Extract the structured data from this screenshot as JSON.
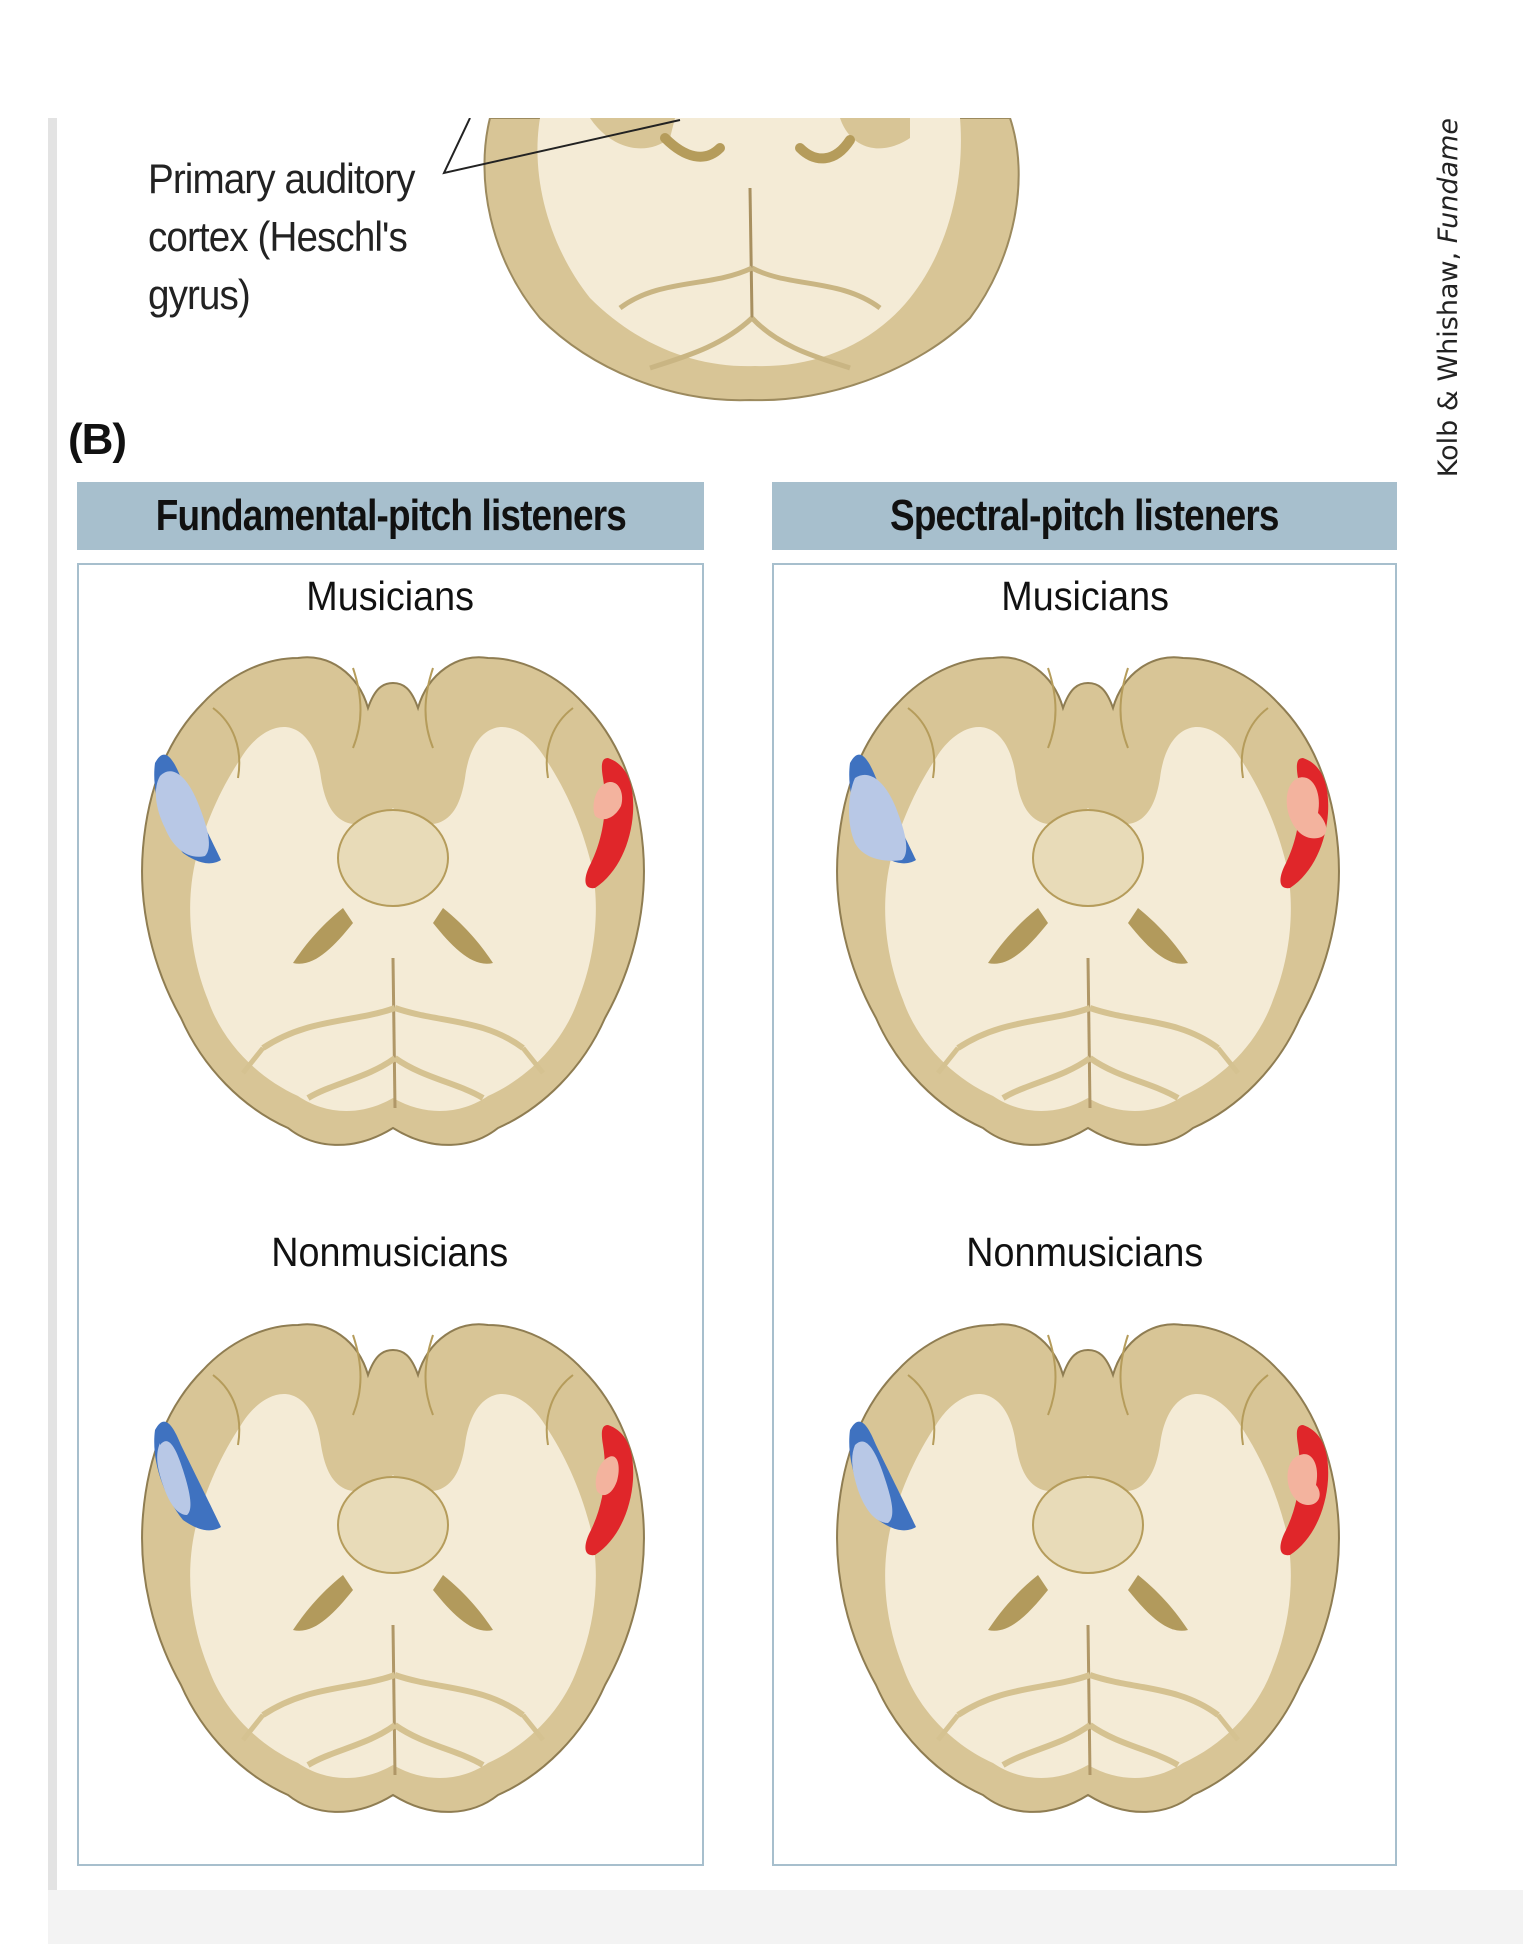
{
  "credit": {
    "authors": "Kolb & Whishaw, ",
    "title_fragment": "Fundame"
  },
  "panel_a": {
    "callout_line1": "Primary auditory",
    "callout_line2": "cortex (Heschl's",
    "callout_line3": "gyrus)"
  },
  "panel_b": {
    "letter": "(B)",
    "columns": [
      {
        "header": "Fundamental-pitch listeners",
        "rows": [
          "Musicians",
          "Nonmusicians"
        ]
      },
      {
        "header": "Spectral-pitch listeners",
        "rows": [
          "Musicians",
          "Nonmusicians"
        ]
      }
    ]
  },
  "colors": {
    "header_band": "#a7bfcd",
    "brain_gray_matter": "#d8c596",
    "brain_white_matter": "#f4ebd6",
    "left_activation": "#3f72c0",
    "left_activation_light": "#b8c8e6",
    "right_activation": "#e0262a",
    "right_activation_light": "#f3b39e"
  }
}
